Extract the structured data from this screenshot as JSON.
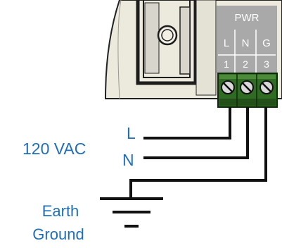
{
  "terminal_block": {
    "header": "PWR",
    "terminals": [
      {
        "letter": "L",
        "number": "1"
      },
      {
        "letter": "N",
        "number": "2"
      },
      {
        "letter": "G",
        "number": "3"
      }
    ]
  },
  "wiring": {
    "supply_label": "120 VAC",
    "line_label": "L",
    "neutral_label": "N"
  },
  "ground": {
    "label_line1": "Earth",
    "label_line2": "Ground"
  },
  "colors": {
    "label_blue": "#1f6fb8",
    "wire": "#111111",
    "connector_green": "#2f6b22",
    "housing": "#ece9dd",
    "label_panel": "#a9a9a9"
  }
}
